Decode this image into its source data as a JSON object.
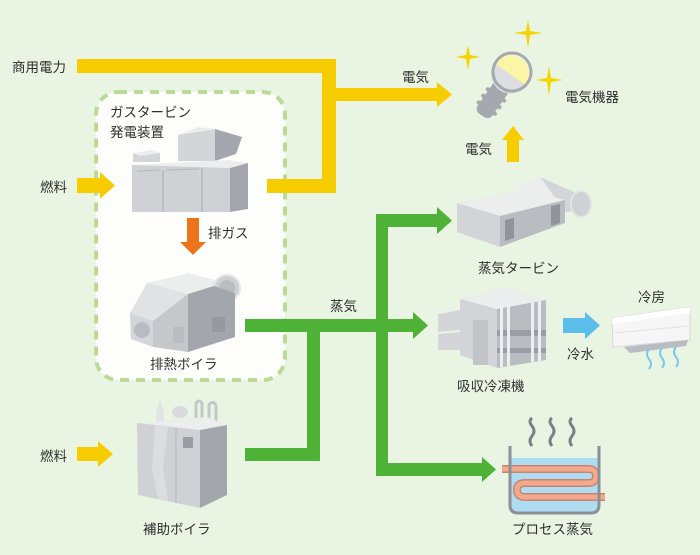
{
  "inputs": {
    "grid_power": "商用電力",
    "fuel_gas_turbine": "燃料",
    "fuel_aux_boiler": "燃料"
  },
  "gas_turbine_unit": {
    "label_line1": "ガスタービン",
    "label_line2": "発電装置"
  },
  "exhaust_gas": {
    "label": "排ガス"
  },
  "heat_recovery_boiler": {
    "label": "排熱ボイラ"
  },
  "aux_boiler": {
    "label": "補助ボイラ"
  },
  "flows": {
    "electricity_main": "電気",
    "electricity_up": "電気",
    "steam": "蒸気",
    "chilled_water": "冷水"
  },
  "outputs": {
    "electrical_equipment": "電気機器",
    "steam_turbine": "蒸気タービン",
    "absorption_chiller": "吸収冷凍機",
    "air_conditioning": "冷房",
    "process_steam": "プロセス蒸気"
  },
  "colors": {
    "background": "#e9f5e2",
    "electricity": "#f8cd00",
    "steam": "#4db236",
    "exhaust_gas": "#ee7419",
    "chilled_water": "#5bbde9",
    "unit_border": "#b8dc96"
  }
}
